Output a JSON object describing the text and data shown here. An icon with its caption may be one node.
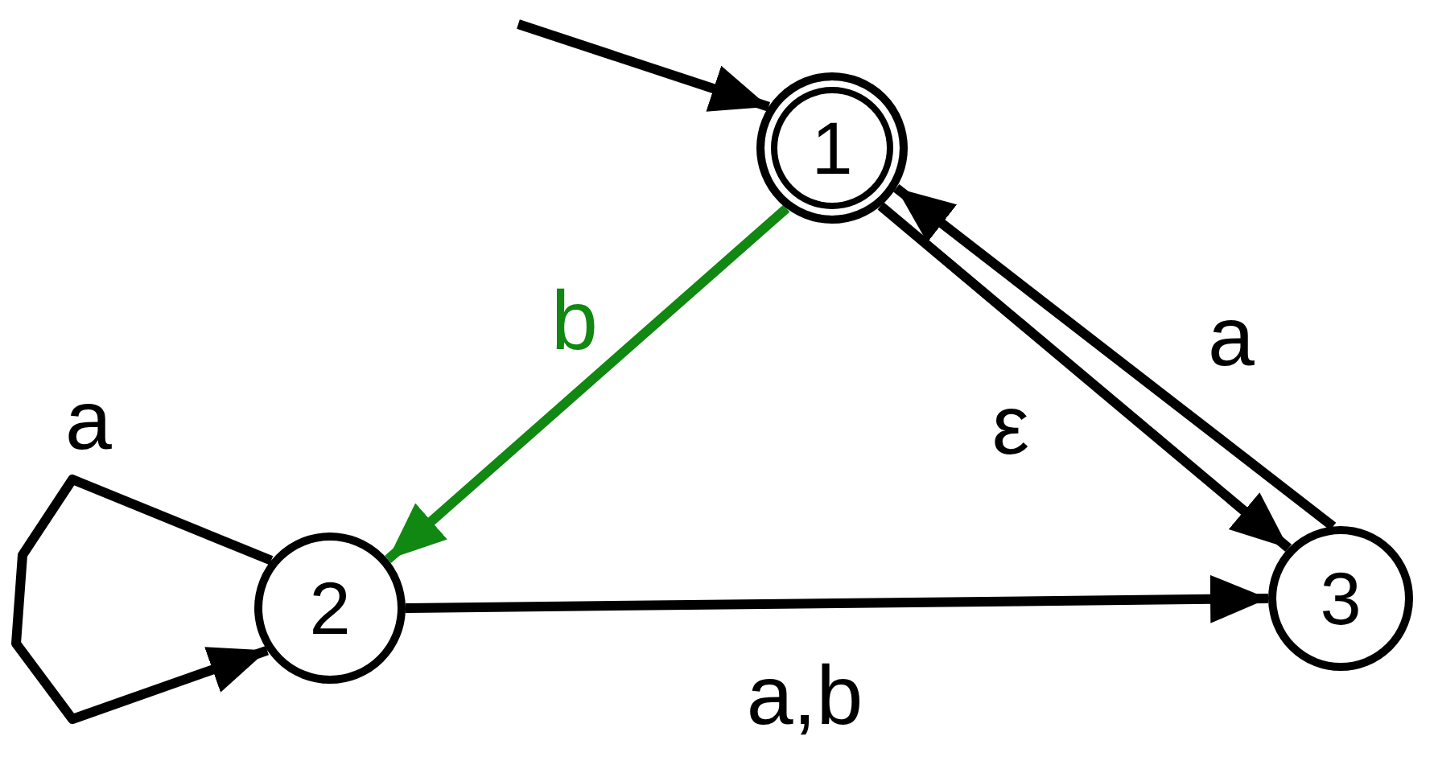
{
  "diagram": {
    "nodes": [
      {
        "text": [
          "1"
        ]
      },
      {
        "text": [
          "2"
        ]
      },
      {
        "text": [
          "3"
        ]
      }
    ],
    "edges": [
      {
        "from": null,
        "to": 0,
        "arrow": "to"
      },
      {
        "from": 0,
        "to": 1,
        "arrow": "to",
        "label": "b",
        "color": "#118811"
      },
      {
        "from": 0,
        "to": 2,
        "arrow": "to",
        "label": "ε"
      },
      {
        "from": 2,
        "to": 0,
        "arrow": "to",
        "label": "a"
      },
      {
        "from": 1,
        "to": 2,
        "arrow": "to",
        "label": "a,b"
      },
      {
        "from": 1,
        "to": 1,
        "arrow": "to",
        "label": "a"
      }
    ]
  }
}
